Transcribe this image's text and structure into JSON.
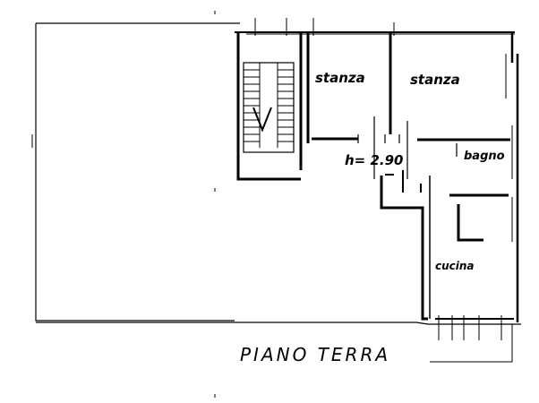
{
  "plan": {
    "rooms": [
      {
        "label": "stanza"
      },
      {
        "label": "stanza"
      },
      {
        "label": "bagno"
      },
      {
        "label": "cucina"
      }
    ],
    "height_note": "h= 2.90",
    "floor_title": "PIANO TERRA"
  },
  "colors": {
    "ink": "#000000",
    "paper": "#ffffff"
  }
}
